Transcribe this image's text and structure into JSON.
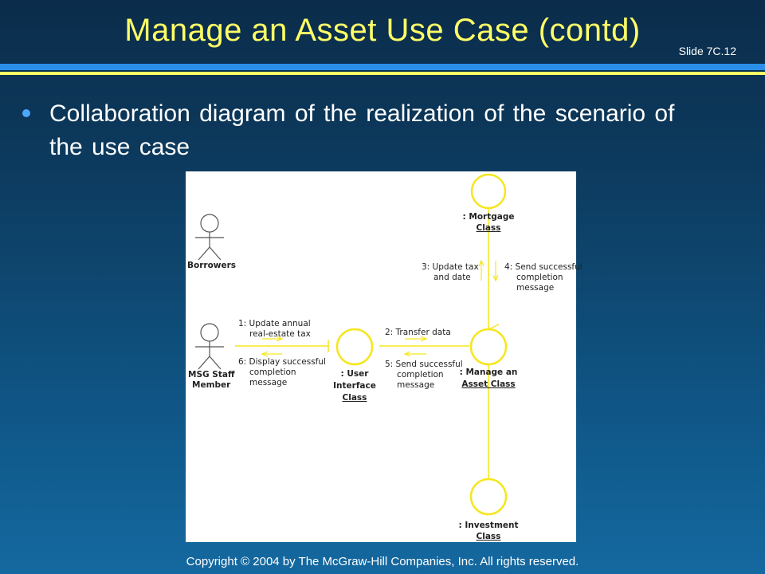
{
  "slide": {
    "title": "Manage an Asset Use Case (contd)",
    "slide_number": "Slide 7C.12",
    "bullet_text": "Collaboration diagram of the realization of the scenario of the use case",
    "copyright": "Copyright © 2004 by The McGraw-Hill Companies, Inc.  All rights reserved."
  },
  "colors": {
    "title": "#ffff66",
    "accent_blue": "#2b8ee8",
    "accent_yellow": "#ffff66",
    "diagram_yellow": "#f5e61e"
  },
  "diagram": {
    "actors": {
      "borrowers": "Borrowers",
      "staff_line1": "MSG Staff",
      "staff_line2": "Member"
    },
    "objects": {
      "mortgage_line1": ": Mortgage",
      "mortgage_line2": "Class",
      "manage_line1": ": Manage an",
      "manage_line2": "Asset Class",
      "ui_line1": ": User",
      "ui_line2": "Interface",
      "ui_line3": "Class",
      "investment_line1": ": Investment",
      "investment_line2": "Class"
    },
    "messages": {
      "m1_line1": "1:  Update annual",
      "m1_line2": "real-estate tax",
      "m2": "2:  Transfer data",
      "m3_line1": "3:  Update tax",
      "m3_line2": "and date",
      "m4_line1": "4:  Send successful",
      "m4_line2": "completion",
      "m4_line3": "message",
      "m5_line1": "5:  Send successful",
      "m5_line2": "completion",
      "m5_line3": "message",
      "m6_line1": "6:  Display successful",
      "m6_line2": "completion",
      "m6_line3": "message"
    }
  }
}
